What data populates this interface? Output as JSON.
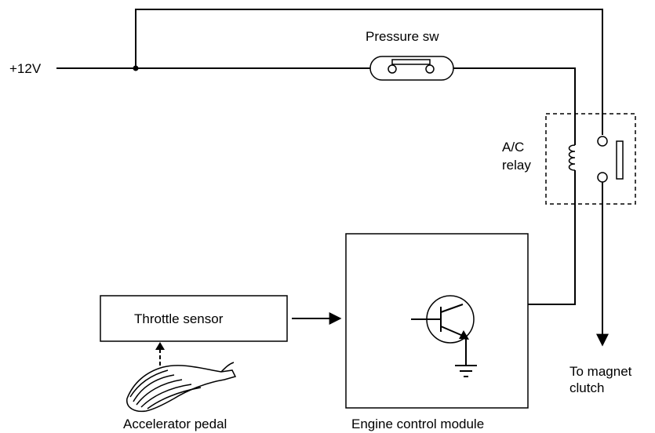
{
  "labels": {
    "supply": "+12V",
    "pressure_switch": "Pressure sw",
    "relay_line1": "A/C",
    "relay_line2": "relay",
    "throttle_sensor": "Throttle sensor",
    "accelerator_pedal": "Accelerator pedal",
    "ecm": "Engine control module",
    "output_line1": "To magnet",
    "output_line2": "clutch"
  }
}
